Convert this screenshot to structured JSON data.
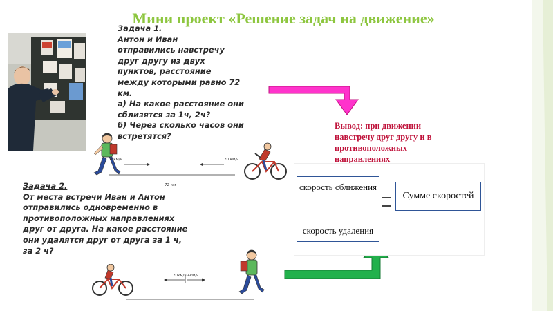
{
  "title": "Мини проект  «Решение задач на движение»",
  "task1": {
    "heading": "Задача 1.",
    "lines": [
      "Антон и Иван",
      "отправились навстречу",
      "друг другу из двух",
      "пунктов, расстояние",
      "между которыми равно 72",
      "км.",
      "а) На какое расстояние они",
      "сблизятся за 1ч, 2ч?",
      "б) Через сколько часов они",
      "встретятся?"
    ]
  },
  "task2": {
    "heading": "Задача 2.",
    "lines": [
      "От места встречи Иван и Антон",
      "отправились одновременно в",
      "противоположных направлениях",
      "друг от друга. На какое расстояние",
      "они удалятся друг от друга за 1 ч,",
      "за 2 ч?"
    ]
  },
  "diagram1": {
    "walker_speed": "4 км/ч",
    "cyclist_speed": "20 км/ч",
    "distance": "72 км"
  },
  "diagram2": {
    "speeds": "20км/ч  4км/ч"
  },
  "conclusion": {
    "lines": [
      "Вывод: при движении",
      "навстречу друг другу и в",
      "противоположных",
      "направлениях"
    ]
  },
  "formula": {
    "approach": "скорость сближения",
    "separation": "скорость удаления",
    "sum": "Сумме скоростей"
  },
  "icons": {
    "arrow1": "pink-bent-arrow-icon",
    "arrow2": "green-bent-arrow-icon",
    "walker": "walking-boy-icon",
    "cyclist": "cyclist-icon"
  },
  "colors": {
    "title": "#8dc63f",
    "conclusion": "#c0143c",
    "arrow_pink": "#ff33cc",
    "arrow_green": "#22b14c",
    "deco_green": "#8dc63f"
  }
}
